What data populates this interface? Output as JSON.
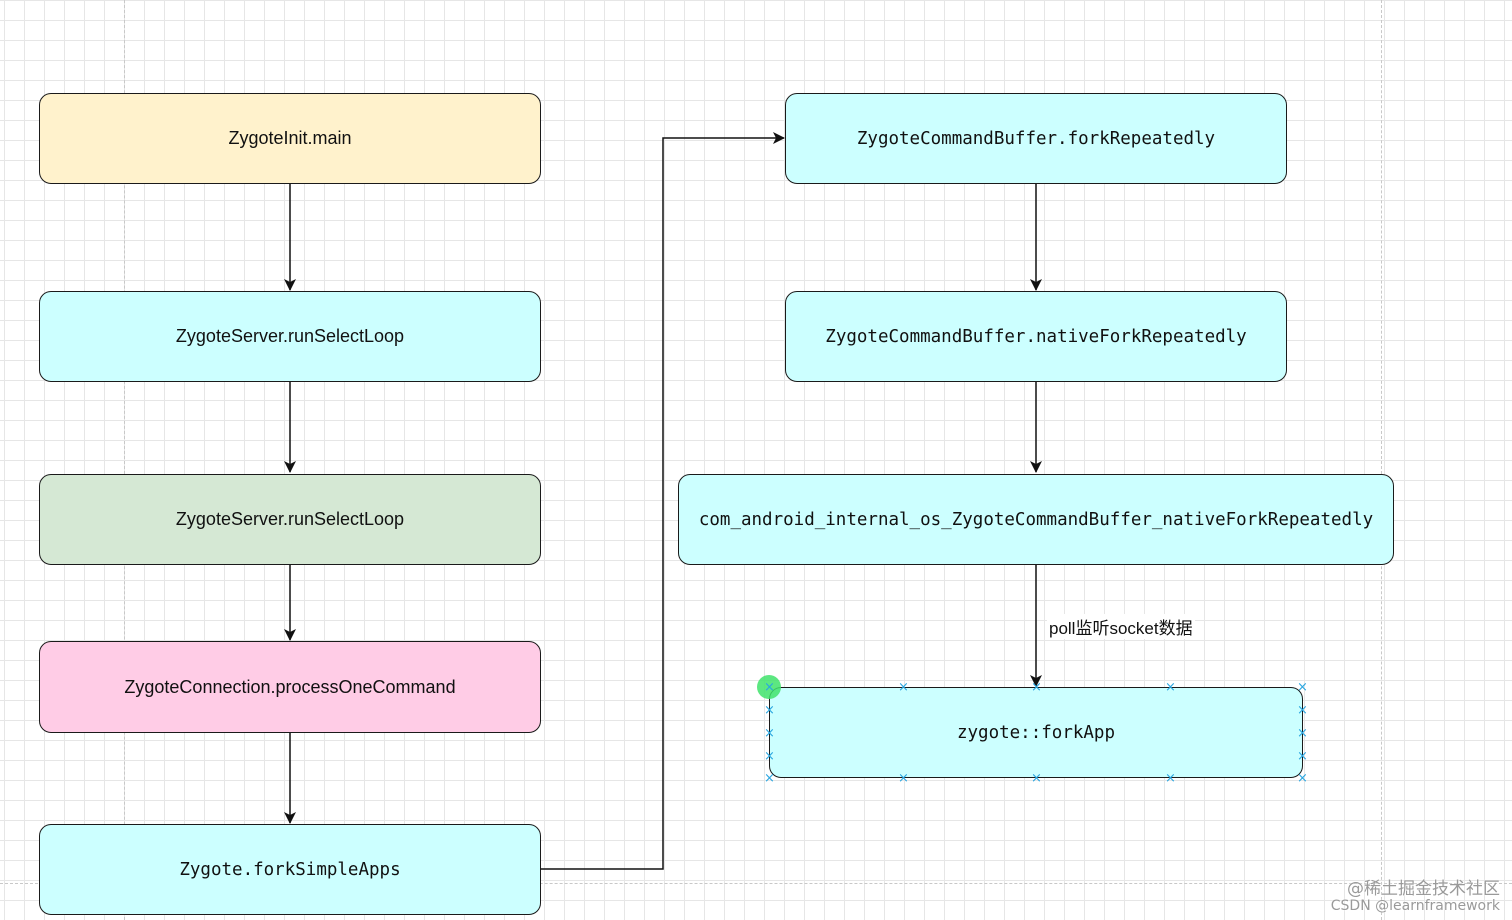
{
  "diagram": {
    "nodes": [
      {
        "id": "n1",
        "label": "ZygoteInit.main",
        "fill": "#fff2cc"
      },
      {
        "id": "n2",
        "label": "ZygoteServer.runSelectLoop",
        "fill": "#ccffff"
      },
      {
        "id": "n3",
        "label": "ZygoteServer.runSelectLoop",
        "fill": "#d5e8d4"
      },
      {
        "id": "n4",
        "label": "ZygoteConnection.processOneCommand",
        "fill": "#ffcce6"
      },
      {
        "id": "n5",
        "label": "Zygote.forkSimpleApps",
        "fill": "#ccffff"
      },
      {
        "id": "n6",
        "label": "ZygoteCommandBuffer.forkRepeatedly",
        "fill": "#ccffff"
      },
      {
        "id": "n7",
        "label": "ZygoteCommandBuffer.nativeForkRepeatedly",
        "fill": "#ccffff"
      },
      {
        "id": "n8",
        "label": "com_android_internal_os_ZygoteCommandBuffer_nativeForkRepeatedly",
        "fill": "#ccffff"
      },
      {
        "id": "n9",
        "label": "zygote::forkApp",
        "fill": "#ccffff"
      }
    ],
    "edges": [
      {
        "from": "n1",
        "to": "n2"
      },
      {
        "from": "n2",
        "to": "n3"
      },
      {
        "from": "n3",
        "to": "n4"
      },
      {
        "from": "n4",
        "to": "n5"
      },
      {
        "from": "n5",
        "to": "n6"
      },
      {
        "from": "n6",
        "to": "n7"
      },
      {
        "from": "n7",
        "to": "n8"
      },
      {
        "from": "n8",
        "to": "n9",
        "label": "poll监听socket数据"
      }
    ]
  },
  "watermark": {
    "line1": "@稀土掘金技术社区",
    "line2": "CSDN @learnframework"
  }
}
